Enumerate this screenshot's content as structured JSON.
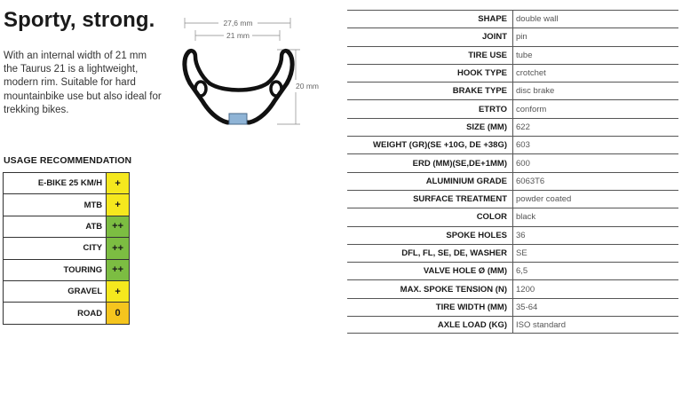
{
  "header": {
    "title": "Sporty, strong.",
    "description": "With an internal width of 21 mm the Taurus 21 is a lightweight, modern rim. Suitable for hard mountainbike use but also ideal for trekking bikes."
  },
  "diagram": {
    "outer_width": "27,6 mm",
    "inner_width": "21 mm",
    "height": "20 mm"
  },
  "usage": {
    "heading": "USAGE RECOMMENDATION",
    "rows": [
      {
        "label": "E-BIKE 25 KM/H",
        "rating": "+",
        "color": "#f5e81e"
      },
      {
        "label": "MTB",
        "rating": "+",
        "color": "#f5e81e"
      },
      {
        "label": "ATB",
        "rating": "++",
        "color": "#7cbd42"
      },
      {
        "label": "CITY",
        "rating": "++",
        "color": "#7cbd42"
      },
      {
        "label": "TOURING",
        "rating": "++",
        "color": "#7cbd42"
      },
      {
        "label": "GRAVEL",
        "rating": "+",
        "color": "#f5e81e"
      },
      {
        "label": "ROAD",
        "rating": "0",
        "color": "#f5c51e"
      }
    ]
  },
  "specs": [
    {
      "label": "SHAPE",
      "value": "double wall"
    },
    {
      "label": "JOINT",
      "value": "pin"
    },
    {
      "label": "TIRE USE",
      "value": "tube"
    },
    {
      "label": "HOOK TYPE",
      "value": "crotchet"
    },
    {
      "label": "BRAKE TYPE",
      "value": "disc brake"
    },
    {
      "label": "ETRTO",
      "value": "conform"
    },
    {
      "label": "SIZE (MM)",
      "value": "622"
    },
    {
      "label": "WEIGHT (GR)(SE +10G, DE +38G)",
      "value": "603"
    },
    {
      "label": "ERD (MM)(SE,DE+1MM)",
      "value": "600"
    },
    {
      "label": "ALUMINIUM GRADE",
      "value": "6063T6"
    },
    {
      "label": "SURFACE TREATMENT",
      "value": "powder coated"
    },
    {
      "label": "COLOR",
      "value": "black"
    },
    {
      "label": "SPOKE HOLES",
      "value": "36"
    },
    {
      "label": "DFL, FL, SE, DE, WASHER",
      "value": "SE"
    },
    {
      "label": "VALVE HOLE Ø (MM)",
      "value": "6,5"
    },
    {
      "label": "MAX. SPOKE TENSION (N)",
      "value": "1200"
    },
    {
      "label": "TIRE WIDTH (MM)",
      "value": "35-64"
    },
    {
      "label": "AXLE LOAD (KG)",
      "value": "ISO standard"
    }
  ]
}
